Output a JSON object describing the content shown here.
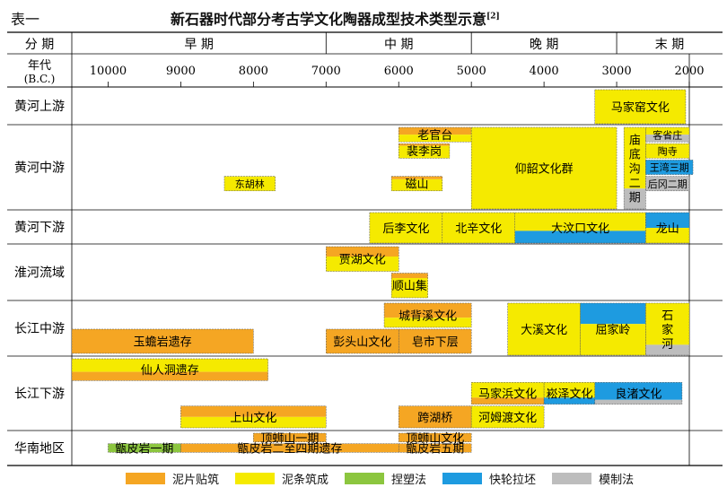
{
  "table_label": "表一",
  "title": "新石器时代部分考古学文化陶器成型技术类型示意",
  "title_ref": "[2]",
  "chart_data": {
    "type": "gantt",
    "x_header": "年代\n(B.C.)",
    "period_header": "分 期",
    "x_ticks": [
      10000,
      9000,
      8000,
      7000,
      6000,
      5000,
      4000,
      3000,
      2000
    ],
    "periods": [
      {
        "name": "早  期",
        "start": 10500,
        "end": 7000
      },
      {
        "name": "中  期",
        "start": 7000,
        "end": 5000
      },
      {
        "name": "晚  期",
        "start": 5000,
        "end": 3000
      },
      {
        "name": "末  期",
        "start": 3000,
        "end": 2000
      }
    ],
    "regions": [
      "黄河上游",
      "黄河中游",
      "黄河下游",
      "淮河流域",
      "长江中游",
      "长江下游",
      "华南地区"
    ],
    "legend": [
      {
        "key": "ni",
        "label": "泥片贴筑",
        "color": "#F5A623"
      },
      {
        "key": "tiao",
        "label": "泥条筑成",
        "color": "#F5EA00"
      },
      {
        "key": "nie",
        "label": "捏塑法",
        "color": "#8CC63F"
      },
      {
        "key": "lun",
        "label": "快轮拉坯",
        "color": "#1E9BE0"
      },
      {
        "key": "mo",
        "label": "模制法",
        "color": "#BDBDBD"
      }
    ],
    "cultures": [
      {
        "region": "黄河上游",
        "name": "马家窑文化",
        "start": 3300,
        "end": 2050,
        "lane": 0,
        "lanes": 1,
        "segs": [
          [
            "tiao",
            1
          ]
        ]
      },
      {
        "region": "黄河中游",
        "name": "老官台",
        "start": 6000,
        "end": 5000,
        "lane": 0,
        "lanes": 5,
        "segs": [
          [
            "ni",
            0.5
          ],
          [
            "tiao",
            0.5
          ]
        ]
      },
      {
        "region": "黄河中游",
        "name": "裴李岗",
        "start": 6000,
        "end": 5300,
        "lane": 1,
        "lanes": 5,
        "segs": [
          [
            "ni",
            0.15
          ],
          [
            "tiao",
            0.85
          ]
        ]
      },
      {
        "region": "黄河中游",
        "name": "东胡林",
        "start": 8400,
        "end": 7700,
        "lane": 3,
        "lanes": 5,
        "segs": [
          [
            "tiao",
            1
          ]
        ],
        "small": true
      },
      {
        "region": "黄河中游",
        "name": "磁山",
        "start": 6100,
        "end": 5400,
        "lane": 3,
        "lanes": 5,
        "segs": [
          [
            "ni",
            0.2
          ],
          [
            "tiao",
            0.8
          ]
        ]
      },
      {
        "region": "黄河中游",
        "name": "仰韶文化群",
        "start": 5000,
        "end": 3000,
        "lane": 0,
        "lanes": 1,
        "segs": [
          [
            "tiao",
            1
          ]
        ]
      },
      {
        "region": "黄河中游",
        "name": "庙底沟二期",
        "start": 2900,
        "end": 2600,
        "lane": 0,
        "lanes": 1,
        "segs": [
          [
            "tiao",
            0.75
          ],
          [
            "mo",
            0.25
          ]
        ],
        "vertical": true
      },
      {
        "region": "黄河中游",
        "name": "客省庄",
        "start": 2600,
        "end": 2000,
        "lane": 0,
        "lanes": 5,
        "segs": [
          [
            "tiao",
            0.5
          ],
          [
            "mo",
            0.5
          ]
        ],
        "small": true
      },
      {
        "region": "黄河中游",
        "name": "陶寺",
        "start": 2600,
        "end": 2000,
        "lane": 1,
        "lanes": 5,
        "segs": [
          [
            "tiao",
            1
          ]
        ],
        "small": true
      },
      {
        "region": "黄河中游",
        "name": "王湾三期",
        "start": 2600,
        "end": 1950,
        "lane": 2,
        "lanes": 5,
        "segs": [
          [
            "lun",
            1
          ]
        ],
        "small": true
      },
      {
        "region": "黄河中游",
        "name": "后冈二期",
        "start": 2600,
        "end": 2000,
        "lane": 3,
        "lanes": 5,
        "segs": [
          [
            "mo",
            1
          ]
        ],
        "small": true
      },
      {
        "region": "黄河下游",
        "name": "后李文化",
        "start": 6400,
        "end": 5400,
        "lane": 0,
        "lanes": 1,
        "segs": [
          [
            "tiao",
            1
          ]
        ]
      },
      {
        "region": "黄河下游",
        "name": "北辛文化",
        "start": 5400,
        "end": 4400,
        "lane": 0,
        "lanes": 1,
        "segs": [
          [
            "tiao",
            1
          ]
        ]
      },
      {
        "region": "黄河下游",
        "name": "大汶口文化",
        "start": 4400,
        "end": 2600,
        "lane": 0,
        "lanes": 1,
        "segs": [
          [
            "tiao",
            0.6
          ],
          [
            "lun",
            0.4
          ]
        ]
      },
      {
        "region": "黄河下游",
        "name": "龙山",
        "start": 2600,
        "end": 2000,
        "lane": 0,
        "lanes": 1,
        "segs": [
          [
            "lun",
            0.5
          ],
          [
            "tiao",
            0.5
          ]
        ]
      },
      {
        "region": "淮河流域",
        "name": "贾湖文化",
        "start": 7000,
        "end": 6000,
        "lane": 0,
        "lanes": 2,
        "segs": [
          [
            "ni",
            0.4
          ],
          [
            "tiao",
            0.6
          ]
        ]
      },
      {
        "region": "淮河流域",
        "name": "顺山集",
        "start": 6100,
        "end": 5600,
        "lane": 1,
        "lanes": 2,
        "segs": [
          [
            "ni",
            0.2
          ],
          [
            "tiao",
            0.8
          ]
        ]
      },
      {
        "region": "长江中游",
        "name": "城背溪文化",
        "start": 6200,
        "end": 5000,
        "lane": 0,
        "lanes": 2,
        "segs": [
          [
            "ni",
            0.6
          ],
          [
            "tiao",
            0.4
          ]
        ]
      },
      {
        "region": "长江中游",
        "name": "玉蟾岩遗存",
        "start": 10500,
        "end": 8000,
        "lane": 1,
        "lanes": 2,
        "segs": [
          [
            "ni",
            1
          ]
        ]
      },
      {
        "region": "长江中游",
        "name": "彭头山文化",
        "start": 7000,
        "end": 6000,
        "lane": 1,
        "lanes": 2,
        "segs": [
          [
            "ni",
            1
          ]
        ]
      },
      {
        "region": "长江中游",
        "name": "皂市下层",
        "start": 6000,
        "end": 5000,
        "lane": 1,
        "lanes": 2,
        "segs": [
          [
            "ni",
            1
          ]
        ]
      },
      {
        "region": "长江中游",
        "name": "大溪文化",
        "start": 4500,
        "end": 3500,
        "lane": 0,
        "lanes": 1,
        "segs": [
          [
            "tiao",
            1
          ]
        ]
      },
      {
        "region": "长江中游",
        "name": "屈家岭",
        "start": 3500,
        "end": 2600,
        "lane": 0,
        "lanes": 1,
        "segs": [
          [
            "lun",
            0.4
          ],
          [
            "tiao",
            0.6
          ]
        ]
      },
      {
        "region": "长江中游",
        "name": "石家河",
        "start": 2600,
        "end": 2000,
        "lane": 0,
        "lanes": 1,
        "segs": [
          [
            "tiao",
            0.8
          ],
          [
            "mo",
            0.2
          ]
        ],
        "vertical": true
      },
      {
        "region": "长江下游",
        "name": "仙人洞遗存",
        "start": 10500,
        "end": 7800,
        "lane": 0,
        "lanes": 3,
        "segs": [
          [
            "tiao",
            0.6
          ],
          [
            "ni",
            0.4
          ]
        ]
      },
      {
        "region": "长江下游",
        "name": "马家浜文化",
        "start": 5000,
        "end": 4000,
        "lane": 1,
        "lanes": 3,
        "segs": [
          [
            "tiao",
            0.7
          ],
          [
            "ni",
            0.3
          ]
        ]
      },
      {
        "region": "长江下游",
        "name": "崧泽文化",
        "start": 4000,
        "end": 3300,
        "lane": 1,
        "lanes": 3,
        "segs": [
          [
            "tiao",
            0.7
          ],
          [
            "lun",
            0.3
          ]
        ]
      },
      {
        "region": "长江下游",
        "name": "良渚文化",
        "start": 3300,
        "end": 2100,
        "lane": 1,
        "lanes": 3,
        "segs": [
          [
            "lun",
            0.8
          ],
          [
            "mo",
            0.2
          ]
        ]
      },
      {
        "region": "长江下游",
        "name": "上山文化",
        "start": 9000,
        "end": 7000,
        "lane": 2,
        "lanes": 3,
        "segs": [
          [
            "ni",
            0.5
          ],
          [
            "tiao",
            0.5
          ]
        ]
      },
      {
        "region": "长江下游",
        "name": "跨湖桥",
        "start": 6000,
        "end": 5000,
        "lane": 2,
        "lanes": 3,
        "segs": [
          [
            "ni",
            1
          ]
        ]
      },
      {
        "region": "长江下游",
        "name": "河姆渡文化",
        "start": 5000,
        "end": 4000,
        "lane": 2,
        "lanes": 3,
        "segs": [
          [
            "tiao",
            1
          ]
        ]
      },
      {
        "region": "华南地区",
        "name": "顶蛳山一期",
        "start": 8000,
        "end": 7000,
        "lane": 0,
        "lanes": 3,
        "segs": [
          [
            "ni",
            1
          ]
        ]
      },
      {
        "region": "华南地区",
        "name": "顶蛳山文化",
        "start": 6000,
        "end": 5000,
        "lane": 0,
        "lanes": 3,
        "segs": [
          [
            "ni",
            1
          ]
        ]
      },
      {
        "region": "华南地区",
        "name": "甑皮岩一期",
        "start": 10000,
        "end": 9000,
        "lane": 1,
        "lanes": 3,
        "segs": [
          [
            "nie",
            1
          ]
        ]
      },
      {
        "region": "华南地区",
        "name": "甑皮岩二至四期遗存",
        "start": 9000,
        "end": 6000,
        "lane": 1,
        "lanes": 3,
        "segs": [
          [
            "ni",
            1
          ]
        ]
      },
      {
        "region": "华南地区",
        "name": "甑皮岩五期",
        "start": 6000,
        "end": 5000,
        "lane": 1,
        "lanes": 3,
        "segs": [
          [
            "ni",
            1
          ]
        ]
      }
    ]
  }
}
